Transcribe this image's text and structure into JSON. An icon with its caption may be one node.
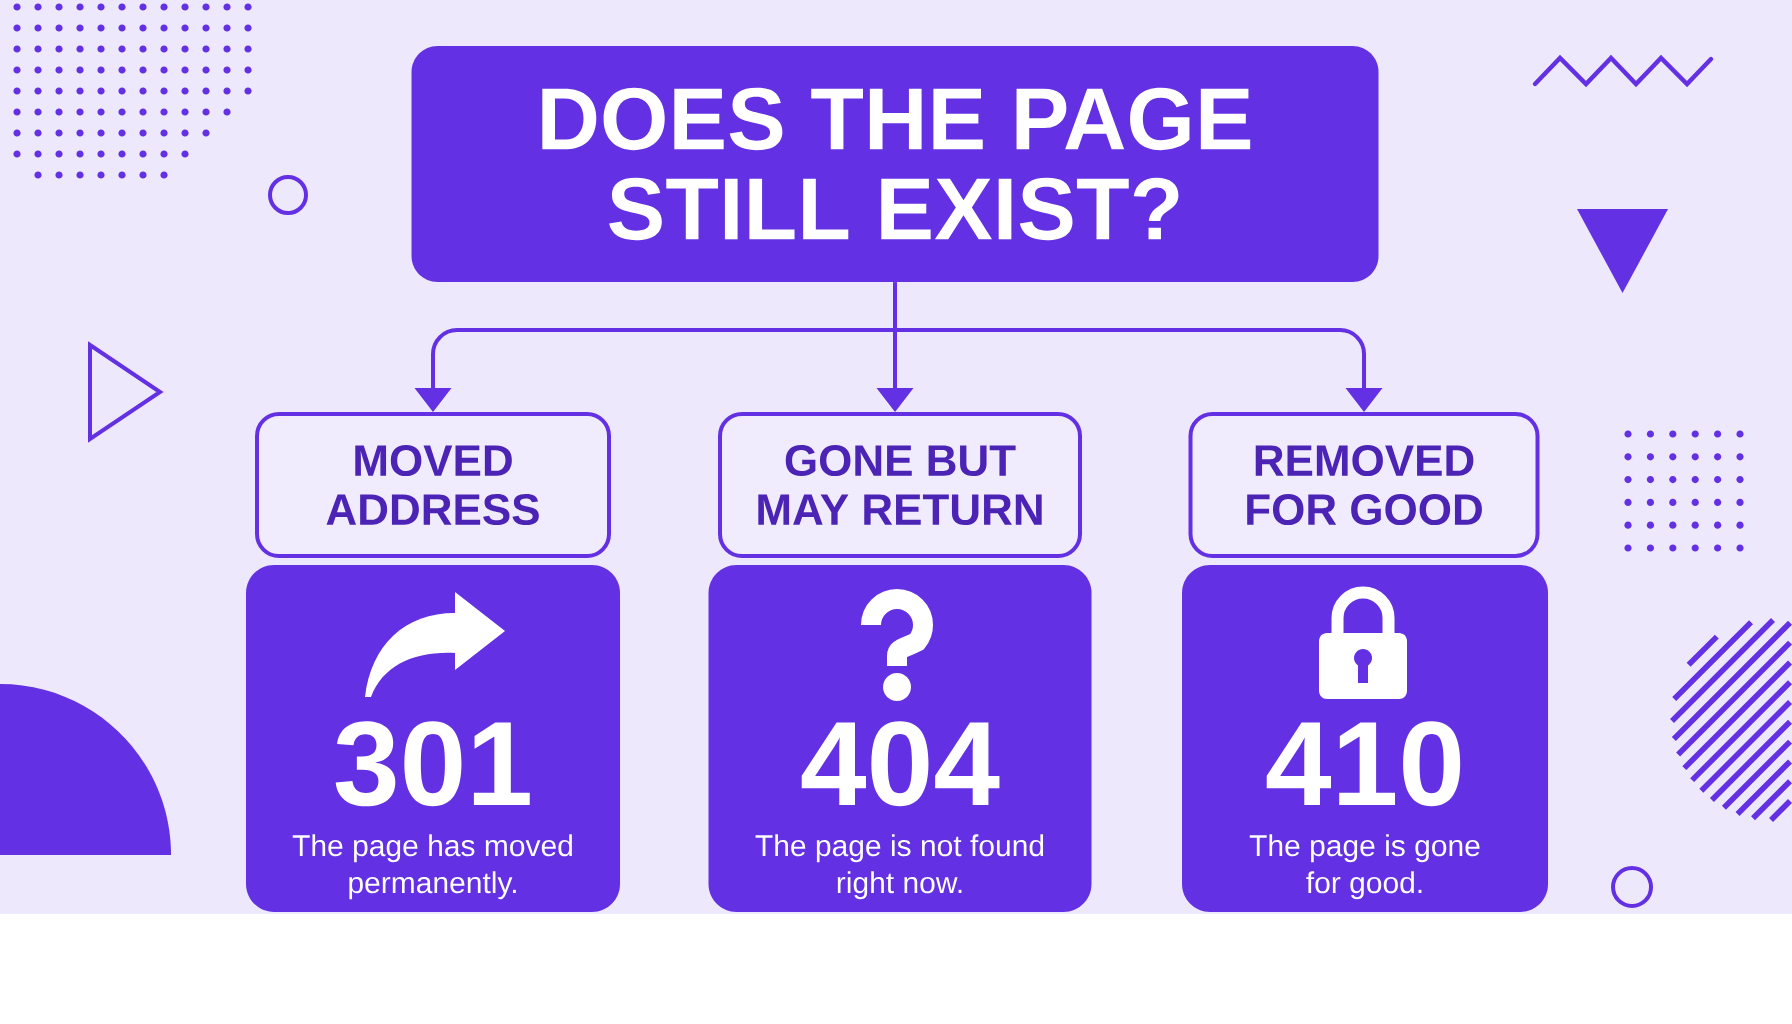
{
  "diagram": {
    "nodes": [
      {
        "text": [
          "DOES THE PAGE STILL EXIST?"
        ]
      },
      {
        "text": [
          "MOVED ADDRESS"
        ]
      },
      {
        "text": [
          "GONE BUT MAY RETURN"
        ]
      },
      {
        "text": [
          "REMOVED FOR GOOD"
        ]
      },
      {
        "text": [
          "301",
          "The page has moved permanently."
        ]
      },
      {
        "text": [
          "404",
          "The page is not found right now."
        ]
      },
      {
        "text": [
          "410",
          "The page is gone for good."
        ]
      },
      {
        "text": [],
        "shape": "triangle"
      },
      {
        "text": [],
        "shape": "triangle"
      },
      {
        "text": [],
        "shape": "semicircle"
      }
    ],
    "edges": [
      {
        "from": 0,
        "to": 1,
        "arrow": "to"
      },
      {
        "from": 0,
        "to": 2,
        "arrow": "to"
      },
      {
        "from": 0,
        "to": 3,
        "arrow": "to"
      }
    ]
  }
}
